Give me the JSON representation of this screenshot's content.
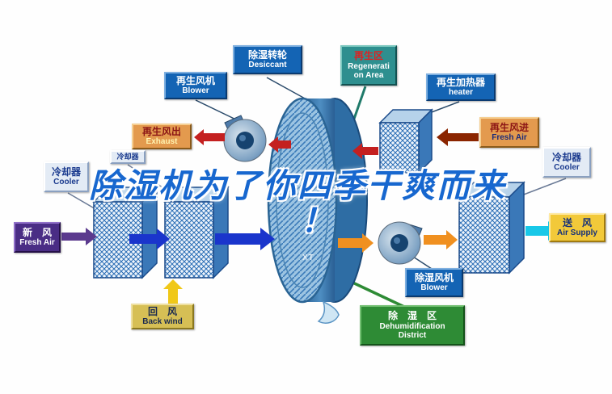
{
  "watermark": {
    "line1": "除湿机为了你四季干爽而来",
    "line2": "！",
    "color": "#1767cf"
  },
  "small_mark": "XT",
  "labels": {
    "desiccant": {
      "zh": "除湿转轮",
      "en": "Desiccant"
    },
    "regeneration": {
      "zh": "再生区",
      "en_line1": "Regenerati",
      "en_line2": "on Area"
    },
    "regen_blower": {
      "zh": "再生风机",
      "en": "Blower"
    },
    "regen_heater": {
      "zh": "再生加热器",
      "en": "heater"
    },
    "exhaust": {
      "zh": "再生风出",
      "en": "Exhaust"
    },
    "regen_fresh_air": {
      "zh": "再生风进",
      "en": "Fresh Air"
    },
    "cooler_left": {
      "zh": "冷却器",
      "en": "Cooler"
    },
    "cooler_mid": {
      "zh": "冷却器"
    },
    "cooler_right": {
      "zh": "冷却器",
      "en": "Cooler"
    },
    "fresh_air": {
      "zh": "新　风",
      "en": "Fresh Air"
    },
    "air_supply": {
      "zh": "送　风",
      "en": "Air Supply"
    },
    "back_wind": {
      "zh": "回　风",
      "en": "Back wind"
    },
    "dehum_blower": {
      "zh": "除湿风机",
      "en": "Blower"
    },
    "dehum_district": {
      "zh": "除　湿　区",
      "en_line1": "Dehumidification",
      "en_line2": "District"
    }
  },
  "colors": {
    "label_blue": "#1464b4",
    "label_teal": "#2e8f8f",
    "label_orange": "#e39a4e",
    "label_purple": "#4a2d85",
    "label_yellow": "#f2c93a",
    "label_khaki": "#d6bf55",
    "label_green": "#2e8b35",
    "arrow_red": "#c42020",
    "arrow_dark_red": "#8b2500",
    "arrow_blue": "#1a35cc",
    "arrow_orange": "#f09020",
    "arrow_cyan": "#18c8e8",
    "arrow_purple": "#5b3a8e",
    "arrow_yellow": "#f0c818",
    "rotor_blue": "#9cc4e2"
  }
}
